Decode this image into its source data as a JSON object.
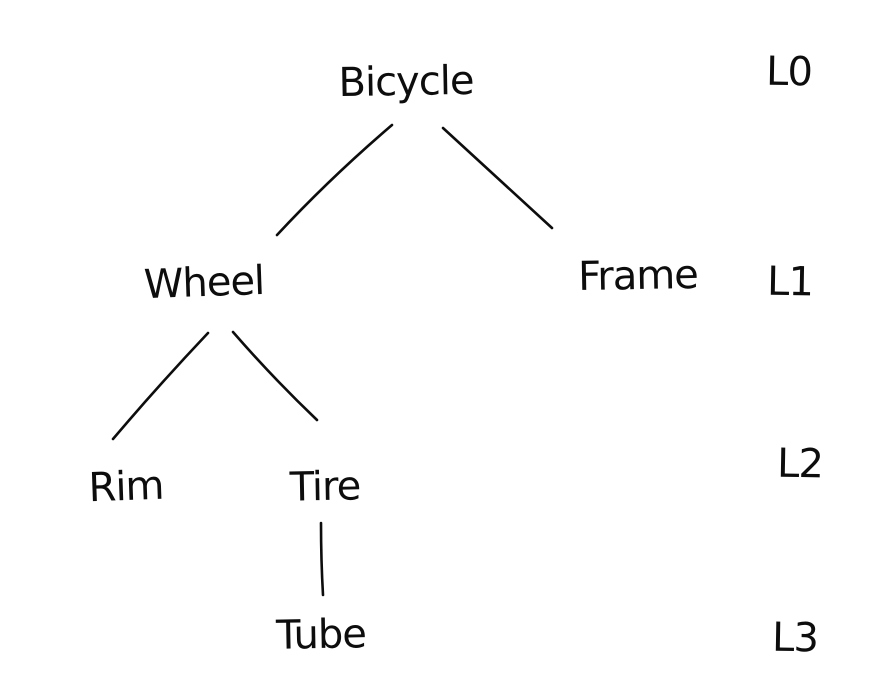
{
  "diagram": {
    "type": "tree",
    "nodes": {
      "bicycle": "Bicycle",
      "wheel": "Wheel",
      "frame": "Frame",
      "rim": "Rim",
      "tire": "Tire",
      "tube": "Tube"
    },
    "level_labels": {
      "l0": "L0",
      "l1": "L1",
      "l2": "L2",
      "l3": "L3"
    },
    "edges": [
      {
        "from": "Bicycle",
        "to": "Wheel"
      },
      {
        "from": "Bicycle",
        "to": "Frame"
      },
      {
        "from": "Wheel",
        "to": "Rim"
      },
      {
        "from": "Wheel",
        "to": "Tire"
      },
      {
        "from": "Tire",
        "to": "Tube"
      }
    ],
    "colors": {
      "ink": "#0d0d0d",
      "background": "#ffffff"
    }
  }
}
